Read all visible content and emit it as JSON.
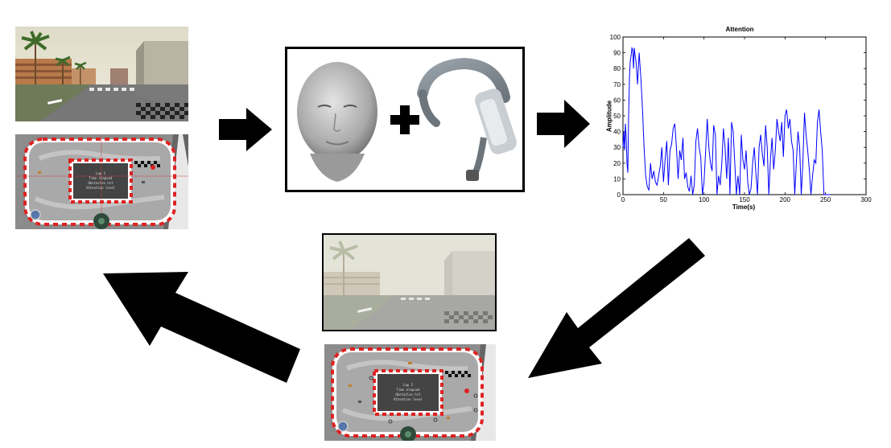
{
  "colors": {
    "arrow": "#000000",
    "series": "#0000ff"
  },
  "track_top": {
    "lines": [
      "Lap 1",
      "Time elapsed",
      "Obstacles hit",
      "Attention level"
    ]
  },
  "track_bottom": {
    "lines": [
      "Lap 2",
      "Time elapsed",
      "Obstacles hit",
      "Attention level"
    ]
  },
  "chart_data": {
    "type": "line",
    "title": "Attention",
    "xlabel": "Time(s)",
    "ylabel": "Amplitude",
    "xlim": [
      0,
      300
    ],
    "ylim": [
      0,
      100
    ],
    "xticks": [
      0,
      50,
      100,
      150,
      200,
      250,
      300
    ],
    "yticks": [
      0,
      10,
      20,
      30,
      40,
      50,
      60,
      70,
      80,
      90,
      100
    ],
    "grid": false,
    "series": [
      {
        "x": [
          0,
          1,
          2,
          3,
          4,
          5,
          6,
          7,
          8,
          9,
          10,
          11,
          12,
          13,
          14,
          15,
          16,
          17,
          18,
          19,
          20,
          22,
          24,
          26,
          28,
          30,
          32,
          34,
          36,
          38,
          40,
          42,
          44,
          46,
          48,
          50,
          52,
          54,
          56,
          58,
          60,
          62,
          64,
          66,
          68,
          70,
          72,
          74,
          76,
          78,
          80,
          82,
          84,
          86,
          88,
          90,
          92,
          94,
          96,
          98,
          100,
          102,
          104,
          106,
          108,
          110,
          112,
          114,
          116,
          118,
          120,
          122,
          124,
          126,
          128,
          130,
          132,
          134,
          136,
          138,
          140,
          142,
          144,
          146,
          148,
          150,
          152,
          154,
          156,
          158,
          160,
          162,
          164,
          166,
          168,
          170,
          172,
          174,
          176,
          178,
          180,
          182,
          184,
          186,
          188,
          190,
          192,
          194,
          196,
          198,
          200,
          202,
          204,
          206,
          208,
          210,
          212,
          214,
          216,
          218,
          220,
          222,
          224,
          226,
          228,
          230,
          232,
          234,
          236,
          238,
          240,
          242,
          244,
          246,
          248,
          250,
          252,
          254,
          256
        ],
        "y": [
          30,
          40,
          28,
          45,
          36,
          20,
          14,
          50,
          75,
          85,
          88,
          93,
          92,
          80,
          93,
          88,
          85,
          78,
          70,
          80,
          90,
          75,
          55,
          30,
          12,
          5,
          3,
          20,
          10,
          15,
          8,
          6,
          12,
          18,
          30,
          8,
          22,
          34,
          6,
          28,
          32,
          42,
          45,
          30,
          10,
          28,
          22,
          36,
          10,
          14,
          5,
          2,
          12,
          0,
          6,
          34,
          42,
          30,
          24,
          0,
          8,
          28,
          48,
          30,
          20,
          15,
          44,
          38,
          0,
          12,
          6,
          20,
          42,
          30,
          10,
          36,
          0,
          46,
          40,
          20,
          0,
          12,
          0,
          38,
          22,
          16,
          28,
          8,
          0,
          4,
          20,
          30,
          14,
          0,
          30,
          38,
          26,
          18,
          44,
          30,
          0,
          22,
          36,
          16,
          28,
          48,
          40,
          34,
          46,
          24,
          50,
          54,
          42,
          48,
          34,
          28,
          0,
          20,
          40,
          30,
          0,
          20,
          52,
          38,
          28,
          16,
          0,
          12,
          22,
          20,
          46,
          54,
          40,
          28,
          0,
          0,
          0,
          0,
          0
        ]
      }
    ]
  }
}
